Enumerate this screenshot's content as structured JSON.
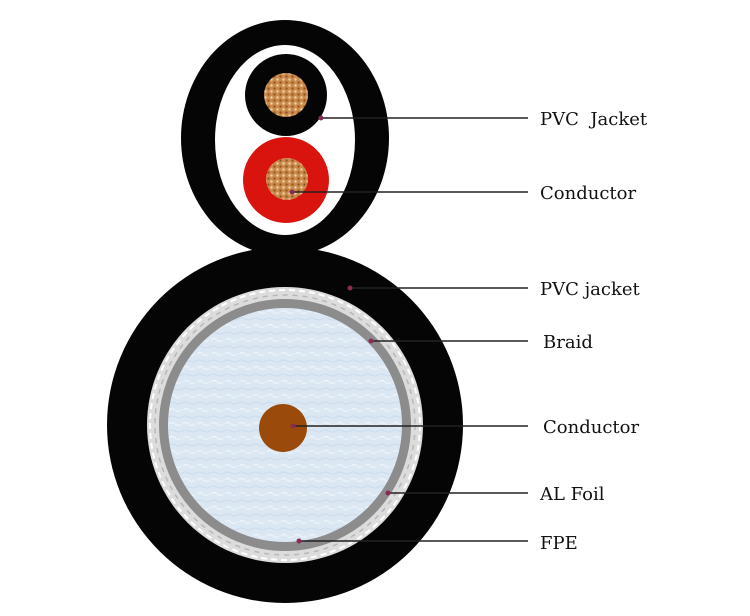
{
  "labels": {
    "pvc_jacket_top": "PVC  Jacket",
    "conductor_top": "Conductor",
    "pvc_jacket_main": "PVC jacket",
    "braid": "Braid",
    "conductor_main": "Conductor",
    "al_foil": "AL Foil",
    "fpe": "FPE"
  },
  "colors": {
    "jacket": "#050505",
    "red_insulation": "#d9140e",
    "copper_strands": "#c98a4c",
    "center_conductor": "#9a4a0b",
    "foil": "#8c8c8c",
    "braid": "#dcdcdc",
    "fpe": "#dbe7f3",
    "leader_line": "#222222",
    "marker_dot": "#8a2b55"
  }
}
